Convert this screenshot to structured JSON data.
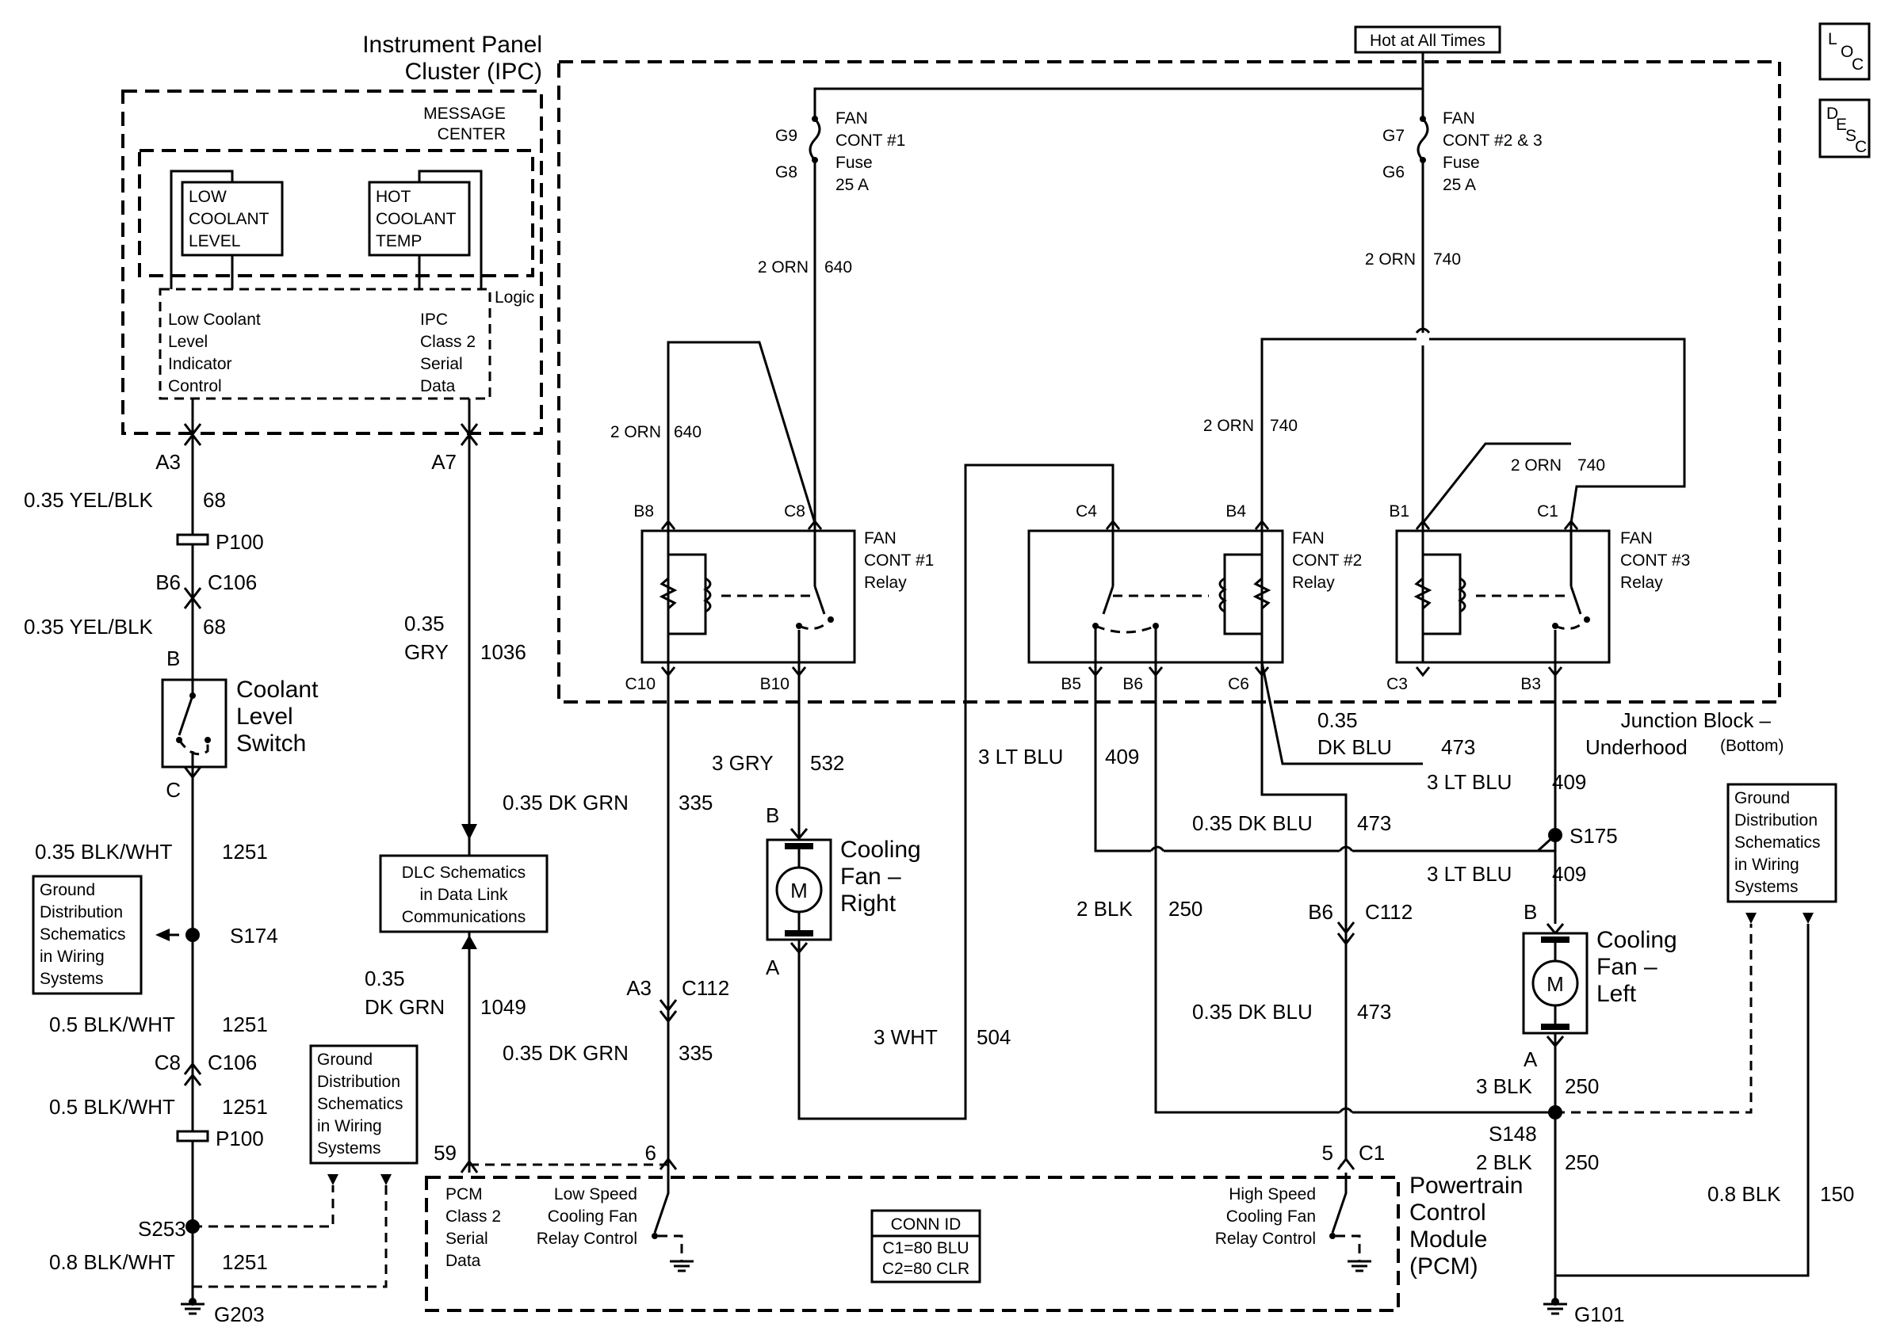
{
  "ipc": {
    "title1": "Instrument Panel",
    "title2": "Cluster (IPC)",
    "msg1": "MESSAGE",
    "msg2": "CENTER",
    "low": [
      "LOW",
      "COOLANT",
      "LEVEL"
    ],
    "hot": [
      "HOT",
      "COOLANT",
      "TEMP"
    ],
    "logic": "Logic",
    "lowctl": [
      "Low Coolant",
      "Level",
      "Indicator",
      "Control"
    ],
    "serial": [
      "IPC",
      "Class 2",
      "Serial",
      "Data"
    ]
  },
  "left": {
    "a3": "A3",
    "w68a": "0.35 YEL/BLK",
    "c68a": "68",
    "p100a": "P100",
    "b6": "B6",
    "c106a": "C106",
    "w68b": "0.35 YEL/BLK",
    "c68b": "68",
    "b": "B",
    "c": "C",
    "cls": [
      "Coolant",
      "Level",
      "Switch"
    ],
    "w1251a": "0.35 BLK/WHT",
    "c1251a": "1251",
    "gd1": [
      "Ground",
      "Distribution",
      "Schematics",
      "in Wiring",
      "Systems"
    ],
    "s174": "S174",
    "w1251b": "0.5 BLK/WHT",
    "c1251b": "1251",
    "c8": "C8",
    "c106b": "C106",
    "w1251c": "0.5 BLK/WHT",
    "c1251c": "1251",
    "p100b": "P100",
    "gd2": [
      "Ground",
      "Distribution",
      "Schematics",
      "in Wiring",
      "Systems"
    ],
    "s253": "S253",
    "w1251d": "0.8 BLK/WHT",
    "c1251d": "1251",
    "g203": "G203"
  },
  "mid": {
    "a7": "A7",
    "w1036a": "0.35",
    "w1036b": "GRY",
    "c1036": "1036",
    "dlc": [
      "DLC Schematics",
      "in Data Link",
      "Communications"
    ],
    "w1049a": "0.35",
    "w1049b": "DK GRN",
    "c1049": "1049",
    "p59": "59"
  },
  "jb": {
    "hot": "Hot at All Times",
    "g9": "G9",
    "g8": "G8",
    "g7": "G7",
    "g6": "G6",
    "f1": [
      "FAN",
      "CONT #1",
      "Fuse",
      "25 A"
    ],
    "f2": [
      "FAN",
      "CONT #2 & 3",
      "Fuse",
      "25 A"
    ],
    "w640a": "2 ORN",
    "c640a": "640",
    "w740a": "2 ORN",
    "c740a": "740",
    "w640b": "2 ORN",
    "c640b": "640",
    "w740b": "2 ORN",
    "c740b": "740",
    "w740c": "2 ORN",
    "c740c": "740",
    "b8": "B8",
    "c8": "C8",
    "c4": "C4",
    "b4": "B4",
    "b1": "B1",
    "c1": "C1",
    "r1": [
      "FAN",
      "CONT #1",
      "Relay"
    ],
    "r2": [
      "FAN",
      "CONT #2",
      "Relay"
    ],
    "r3": [
      "FAN",
      "CONT #3",
      "Relay"
    ],
    "c10": "C10",
    "b10": "B10",
    "b5": "B5",
    "b6": "B6",
    "c6": "C6",
    "c3": "C3",
    "b3": "B3",
    "label1": "Junction Block –",
    "label2": "Underhood",
    "label3": "(Bottom)"
  },
  "wires": {
    "w335a": "0.35 DK GRN",
    "c335a": "335",
    "a3": "A3",
    "c112a": "C112",
    "w335b": "0.35 DK GRN",
    "c335b": "335",
    "w532": "3 GRY",
    "c532": "532",
    "fr_b": "B",
    "fr_a": "A",
    "fanR": [
      "Cooling",
      "Fan –",
      "Right"
    ],
    "w504": "3 WHT",
    "c504": "504",
    "w409a": "3 LT BLU",
    "c409a": "409",
    "w473a1": "0.35",
    "w473a2": "DK BLU",
    "c473a": "473",
    "w409b": "3 LT BLU",
    "c409b": "409",
    "w473b": "0.35 DK BLU",
    "c473b": "473",
    "s175": "S175",
    "w409c": "3 LT BLU",
    "c409c": "409",
    "w250a": "2 BLK",
    "c250a": "250",
    "b6": "B6",
    "c112b": "C112",
    "w473c": "0.35 DK BLU",
    "c473c": "473",
    "fl_b": "B",
    "fl_a": "A",
    "fanL": [
      "Cooling",
      "Fan –",
      "Left"
    ],
    "w250b": "3 BLK",
    "c250b": "250",
    "s148": "S148",
    "w250c": "2 BLK",
    "c250c": "250",
    "gd3": [
      "Ground",
      "Distribution",
      "Schematics",
      "in Wiring",
      "Systems"
    ],
    "w150": "0.8 BLK",
    "c150": "150",
    "g101": "G101"
  },
  "pcm": {
    "p6": "6",
    "p5": "5",
    "c1": "C1",
    "serial": [
      "PCM",
      "Class 2",
      "Serial",
      "Data"
    ],
    "low": [
      "Low Speed",
      "Cooling Fan",
      "Relay Control"
    ],
    "high": [
      "High Speed",
      "Cooling Fan",
      "Relay Control"
    ],
    "conn": [
      "CONN ID",
      "C1=80 BLU",
      "C2=80 CLR"
    ],
    "title": [
      "Powertrain",
      "Control",
      "Module",
      "(PCM)"
    ]
  },
  "icons": {
    "loc": [
      "L",
      "O",
      "C"
    ],
    "desc": [
      "D",
      "E",
      "S",
      "C"
    ]
  }
}
